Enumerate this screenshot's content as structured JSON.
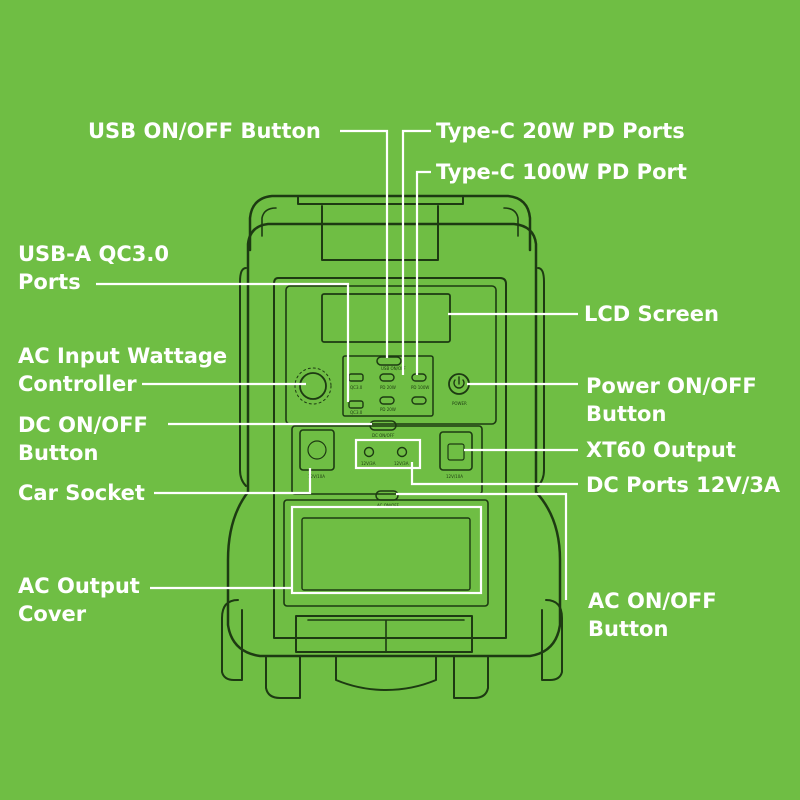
{
  "colors": {
    "background": "#6fbe44",
    "label_text": "#ffffff",
    "leader_lines": "#ffffff",
    "line_art": "#1d3a12",
    "highlight_frame": "#ffffff"
  },
  "callouts": {
    "usb_button": {
      "lines": [
        "USB ON/OFF Button"
      ]
    },
    "typec_20w": {
      "lines": [
        "Type-C 20W PD Ports"
      ]
    },
    "typec_100w": {
      "lines": [
        "Type-C 100W PD Port"
      ]
    },
    "usba": {
      "lines": [
        "USB-A QC3.0",
        "Ports"
      ]
    },
    "lcd": {
      "lines": [
        "LCD Screen"
      ]
    },
    "ac_input": {
      "lines": [
        "AC Input Wattage",
        "Controller"
      ]
    },
    "power": {
      "lines": [
        "Power ON/OFF",
        "Button"
      ]
    },
    "dc_button": {
      "lines": [
        "DC ON/OFF",
        "Button"
      ]
    },
    "xt60": {
      "lines": [
        "XT60 Output"
      ]
    },
    "car_socket": {
      "lines": [
        "Car Socket"
      ]
    },
    "dc_ports": {
      "lines": [
        "DC Ports 12V/3A"
      ]
    },
    "ac_cover": {
      "lines": [
        "AC Output",
        "Cover"
      ]
    },
    "ac_button": {
      "lines": [
        "AC ON/OFF",
        "Button"
      ]
    }
  },
  "panel_text": {
    "usb_button_label": "USB ON/OFF",
    "qc_label_1": "QC3.0",
    "qc_label_2": "QC3.0",
    "pd20_label_1": "PD 20W",
    "pd20_label_2": "PD 20W",
    "pd100_label": "PD 100W",
    "power_label": "POWER",
    "dc_button_label": "DC ON/OFF",
    "car_label": "12V/10A",
    "dc_port_label_1": "12V/3A",
    "dc_port_label_2": "12V/3A",
    "xt60_label": "12V/10A",
    "ac_button_label": "AC ON/OFF"
  }
}
